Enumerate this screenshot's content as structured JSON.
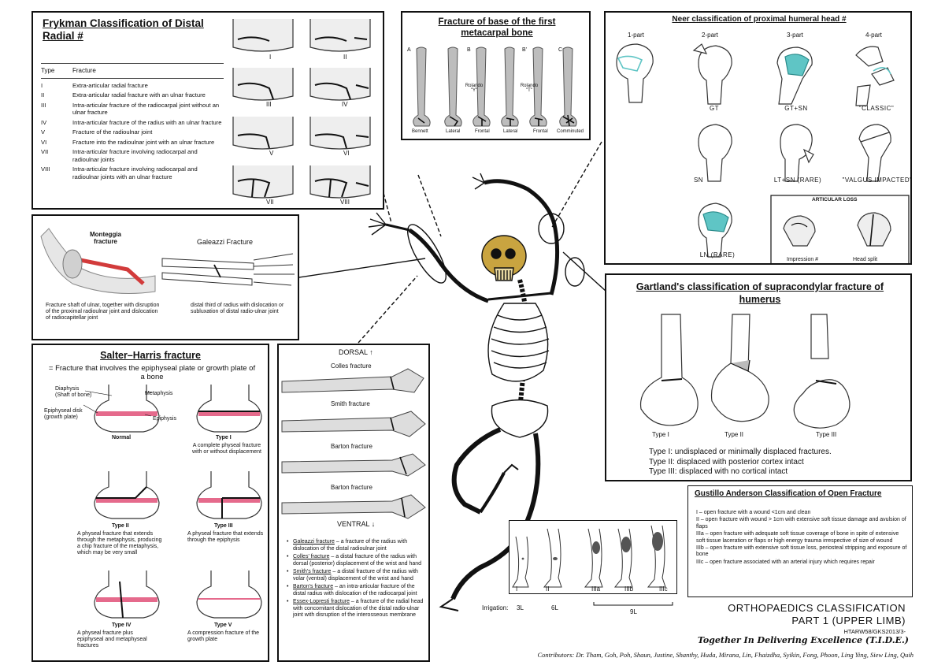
{
  "frykman": {
    "title": "Frykman Classification of Distal Radial #",
    "header_type": "Type",
    "header_fracture": "Fracture",
    "rows": [
      {
        "type": "I",
        "text": "Extra-articular radial fracture"
      },
      {
        "type": "II",
        "text": "Extra-articular radial fracture with an ulnar fracture"
      },
      {
        "type": "III",
        "text": "Intra-articular fracture of the radiocarpal joint without an ulnar fracture"
      },
      {
        "type": "IV",
        "text": "Intra-articular fracture of the radius with an ulnar fracture"
      },
      {
        "type": "V",
        "text": "Fracture of the radioulnar joint"
      },
      {
        "type": "VI",
        "text": "Fracture into the radioulnar joint with an ulnar fracture"
      },
      {
        "type": "VII",
        "text": "Intra-articular fracture involving radiocarpal and radioulnar joints"
      },
      {
        "type": "VIII",
        "text": "Intra-articular fracture involving radiocarpal and radioulnar joints with an ulnar fracture"
      }
    ],
    "image_labels": [
      "I",
      "II",
      "III",
      "IV",
      "V",
      "VI",
      "VII",
      "VIII"
    ]
  },
  "metacarpal": {
    "title": "Fracture of base of the first metacarpal bone",
    "letters": [
      "A",
      "B",
      "B'",
      "C"
    ],
    "rolando_1": "Rolando \"Y\"",
    "rolando_2": "Rolando \"T\"",
    "labels": [
      "Bennett",
      "Lateral",
      "Frontal",
      "Lateral",
      "Frontal",
      "Comminuted"
    ]
  },
  "neer": {
    "title": "Neer classification of proximal humeral head #",
    "parts": [
      "1-part",
      "2-part",
      "3-part",
      "4-part"
    ],
    "row1_labels": [
      "GT",
      "GT+SN",
      "\"CLASSIC\""
    ],
    "row2_labels": [
      "SN",
      "LT+SN (RARE)",
      "\"VALGUS IMPACTED\""
    ],
    "row3_label": "LN (RARE)",
    "articular_loss": "ARTICULAR LOSS",
    "impression": "Impression #",
    "head_split": "Head split"
  },
  "monteggia": {
    "label": "Monteggia fracture",
    "desc": "Fracture shaft of ulnar, together with disruption of the proximal radioulnar joint and dislocation of radiocapitellar joint"
  },
  "galeazzi": {
    "label": "Galeazzi Fracture",
    "desc": "distal third of radius with dislocation or subluxation of distal radio-ulnar joint"
  },
  "gartland": {
    "title": "Gartland's classification of supracondylar fracture of humerus",
    "image_labels": [
      "Type I",
      "Type II",
      "Type III"
    ],
    "lines": [
      "Type I: undisplaced or minimally displaced fractures.",
      "Type II: displaced with posterior cortex intact",
      "Type III: displaced with no cortical intact"
    ]
  },
  "salter": {
    "title": "Salter–Harris fracture",
    "subtitle": "= Fracture that involves the epiphyseal plate or growth plate of a bone",
    "anatomy": {
      "diaphysis": "Diaphysis (Shaft of bone)",
      "metaphysis": "Metaphysis",
      "disk": "Epiphyseal disk (growth plate)",
      "epiphysis": "Epiphysis"
    },
    "normal": "Normal",
    "types": [
      {
        "name": "Type I",
        "desc": "A complete physeal fracture with or without displacement"
      },
      {
        "name": "Type II",
        "desc": "A physeal fracture that extends through the metaphysis, producing a chip fracture of the metaphysis, which may be very small"
      },
      {
        "name": "Type III",
        "desc": "A physeal fracture that extends through the epiphysis"
      },
      {
        "name": "Type IV",
        "desc": "A physeal fracture plus epiphyseal and metaphyseal fractures"
      },
      {
        "name": "Type V",
        "desc": "A compression fracture of the growth plate"
      }
    ]
  },
  "wrist": {
    "dorsal": "DORSAL",
    "ventral": "VENTRAL",
    "labels": [
      "Colles fracture",
      "Smith fracture",
      "Barton fracture",
      "Barton fracture"
    ],
    "bullets": [
      {
        "name": "Galeazzi fracture",
        "text": " – a fracture of the radius with dislocation of the distal radioulnar joint"
      },
      {
        "name": "Colles' fracture",
        "text": " – a distal fracture of the radius with dorsal (posterior) displacement of the wrist and hand"
      },
      {
        "name": "Smith's fracture",
        "text": " – a distal fracture of the radius with volar (ventral) displacement of the wrist and hand"
      },
      {
        "name": "Barton's fracture",
        "text": " – an intra-articular fracture of the distal radius with dislocation of the radiocarpal joint"
      },
      {
        "name": "Essex-Lopresti fracture",
        "text": " – a fracture of the radial head with concomitant dislocation of the distal radio-ulnar joint with disruption of the interosseous membrane"
      }
    ]
  },
  "gustillo": {
    "title": "Gustillo Anderson Classification of Open Fracture",
    "lines": [
      "I – open fracture with a wound <1cm and clean",
      "II – open fracture with wound > 1cm with extensive soft tissue damage and avulsion of flaps",
      "IIIa – open fracture with adequate soft tissue coverage of bone in spite of extensive soft tissue laceration or flaps or high energy trauma irrespective of size of wound",
      "IIIb – open fracture with extensive soft tissue loss, periosteal stripping and exposure of bone",
      "IIIc – open fracture associated with an arterial injury which requires repair"
    ]
  },
  "open_legs": {
    "labels": [
      "I",
      "II",
      "IIIa",
      "IIIb",
      "IIIc"
    ],
    "irrigation_label": "Irrigation:",
    "volumes": [
      "3L",
      "6L",
      "9L"
    ]
  },
  "footer": {
    "title1": "ORTHOPAEDICS CLASSIFICATION",
    "title2": "PART 1 (UPPER LIMB)",
    "code": "HTARW58/GKS2013/3-",
    "tagline": "Together In Delivering Excellence (T.I.D.E.)",
    "contributors": "Contributors: Dr. Tham, Goh, Poh, Shaun, Justine, Shanthy, Huda, Mirana, Lin, Fhaizdha, Syikin, Fong, Phoon, Ling Ying, Siew Ling, Quih"
  },
  "colors": {
    "growth_plate": "#e56a8c",
    "skull": "#c9a440",
    "teal": "#5fc5c5"
  }
}
